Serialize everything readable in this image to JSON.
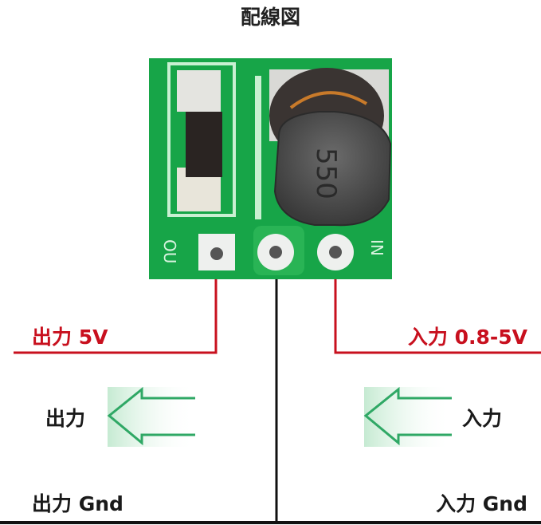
{
  "title": "配線図",
  "board": {
    "silkscreen_left": "OU",
    "silkscreen_right": "IN",
    "inductor_marking": "550"
  },
  "labels": {
    "output_voltage": "出力 5V",
    "input_voltage": "入力 0.8-5V",
    "output_arrow": "出力",
    "input_arrow": "入力",
    "output_gnd": "出力 Gnd",
    "input_gnd": "入力 Gnd"
  },
  "colors": {
    "pcb": "#17a548",
    "wire_signal": "#c8101e",
    "wire_ground": "#111111",
    "arrow": "#2fa865"
  }
}
